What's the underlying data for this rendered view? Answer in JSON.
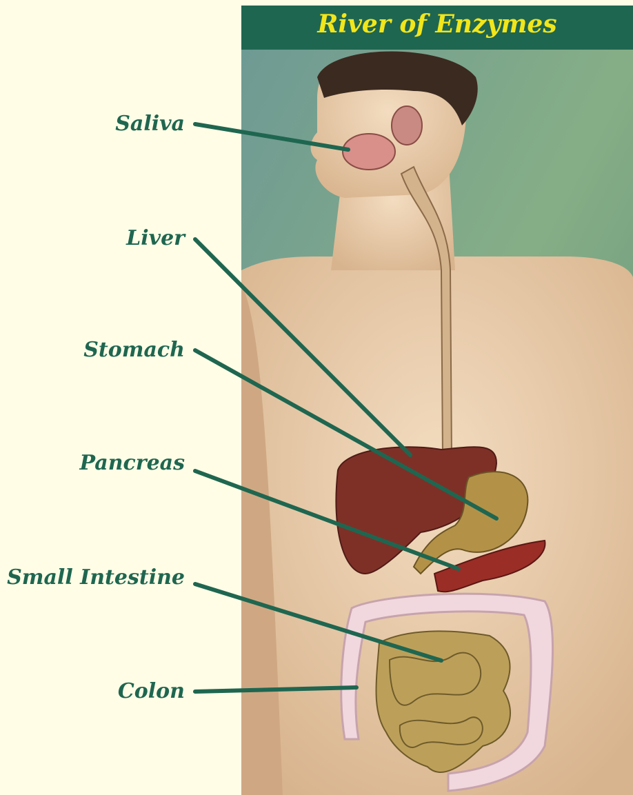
{
  "title": "River of Enzymes",
  "labels": {
    "saliva": "Saliva",
    "liver": "Liver",
    "stomach": "Stomach",
    "pancreas": "Pancreas",
    "small_intestine": "Small Intestine",
    "colon": "Colon"
  },
  "colors": {
    "background": "#fffde6",
    "accent": "#1f6650",
    "title_text": "#f2e61a",
    "label_text": "#1f6650"
  }
}
